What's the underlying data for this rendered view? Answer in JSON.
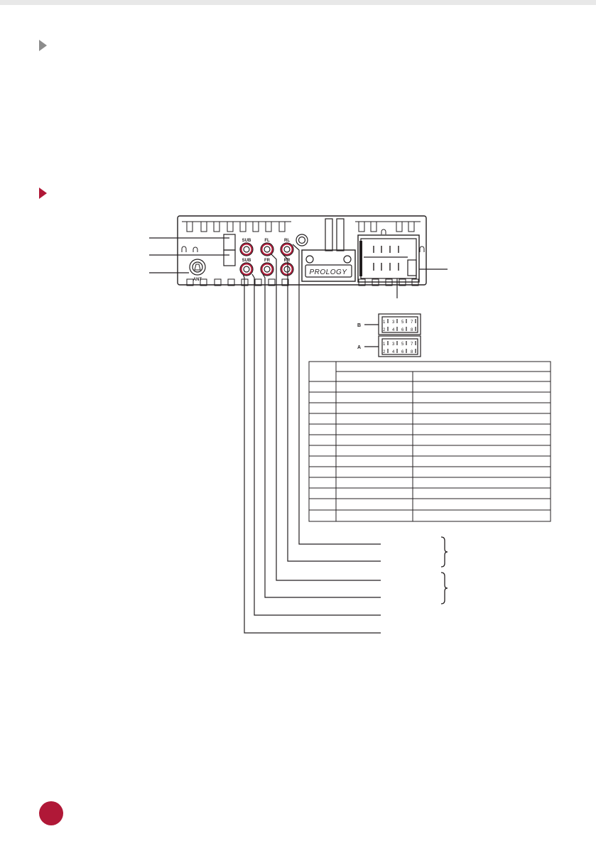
{
  "colors": {
    "accent": "#b01837",
    "gray_marker": "#8c8c8c",
    "line": "#231f20"
  },
  "panel": {
    "rca_labels": {
      "sub_top": "SUB",
      "fl": "FL",
      "rl": "RL",
      "sub_bottom": "SUB",
      "fr": "FR",
      "rr": "RR"
    },
    "antenna_label": "ANT",
    "brand": "PROLOGY"
  },
  "iso_connector": {
    "block_b": {
      "label": "B",
      "pins": [
        "1",
        "3",
        "5",
        "7",
        "2",
        "4",
        "6",
        "8"
      ]
    },
    "block_a": {
      "label": "A",
      "pins": [
        "1",
        "3",
        "5",
        "7",
        "2",
        "4",
        "6",
        "8"
      ]
    }
  },
  "pin_table": {
    "row_count": 13
  },
  "icons": [
    "section-marker-gray-icon",
    "section-marker-red-icon",
    "antenna-socket-icon",
    "rca-jack-icon",
    "brace-icon"
  ]
}
